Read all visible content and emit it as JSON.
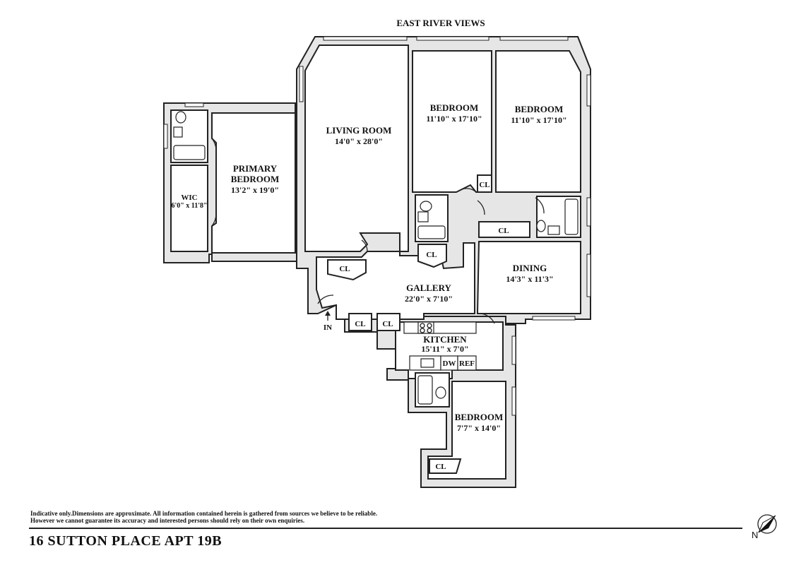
{
  "header": {
    "views": "EAST RIVER VIEWS"
  },
  "rooms": {
    "living": {
      "name": "LIVING ROOM",
      "dims": "14'0\" x 28'0\""
    },
    "bedroom1": {
      "name": "BEDROOM",
      "dims": "11'10\" x 17'10\""
    },
    "bedroom2": {
      "name": "BEDROOM",
      "dims": "11'10\" x 17'10\""
    },
    "primary": {
      "name_line1": "PRIMARY",
      "name_line2": "BEDROOM",
      "dims": "13'2\" x 19'0\""
    },
    "wic": {
      "name": "WIC",
      "dims": "6'0\" x 11'8\""
    },
    "gallery": {
      "name": "GALLERY",
      "dims": "22'0\" x 7'10\""
    },
    "dining": {
      "name": "DINING",
      "dims": "14'3\" x 11'3\""
    },
    "kitchen": {
      "name": "KITCHEN",
      "dims": "15'11\" x 7'0\""
    },
    "bedroom3": {
      "name": "BEDROOM",
      "dims": "7'7\" x 14'0\""
    }
  },
  "closets": {
    "label": "CL",
    "dw": "DW",
    "ref": "REF"
  },
  "entry": {
    "label": "IN"
  },
  "footer": {
    "disclaimer_line1": "Indicative only.Dimensions are approximate. All information contained herein is gathered from sources we believe to be reliable.",
    "disclaimer_line2": "However we cannot guarantee its accuracy and interested persons should rely on their own enquiries.",
    "title": "16 SUTTON PLACE APT 19B",
    "compass_label": "N"
  }
}
